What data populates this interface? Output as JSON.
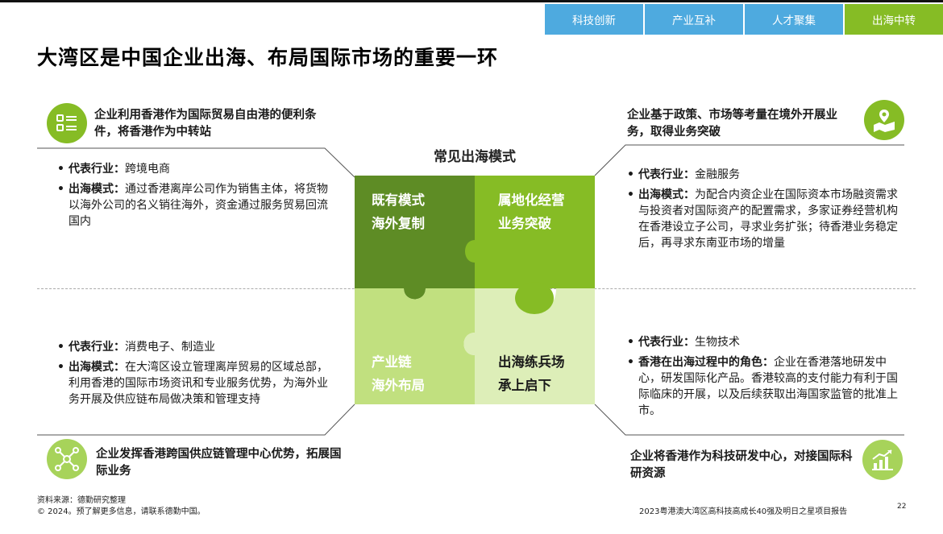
{
  "tabs": [
    {
      "label": "科技创新",
      "active": false
    },
    {
      "label": "产业互补",
      "active": false
    },
    {
      "label": "人才聚集",
      "active": false
    },
    {
      "label": "出海中转",
      "active": true
    }
  ],
  "colors": {
    "blue": "#4eaadf",
    "green": "#86bc25",
    "dark_green": "#5e8c25",
    "mid_green": "#86bc25",
    "light_green": "#c1e07f",
    "pale_green": "#ddeeb8"
  },
  "title": "大湾区是中国企业出海、布局国际市场的重要一环",
  "center_title": "常见出海模式",
  "top_left": {
    "icon": "list-icon",
    "heading": "企业利用香港作为国际贸易自由港的便利条件，将香港作为中转站",
    "industry_label": "代表行业：",
    "industry": "跨境电商",
    "mode_label": "出海模式：",
    "mode": "通过香港离岸公司作为销售主体，将货物以海外公司的名义销往海外，资金通过服务贸易回流国内"
  },
  "top_right": {
    "icon": "map-pin-icon",
    "heading": "企业基于政策、市场等考量在境外开展业务，取得业务突破",
    "industry_label": "代表行业：",
    "industry": "金融服务",
    "mode_label": "出海模式：",
    "mode": "为配合内资企业在国际资本市场融资需求与投资者对国际资产的配置需求，多家证券经营机构在香港设立子公司，寻求业务扩张；待香港业务稳定后，再寻求东南亚市场的增量"
  },
  "bottom_left": {
    "icon": "network-icon",
    "heading": "企业发挥香港跨国供应链管理中心优势，拓展国际业务",
    "industry_label": "代表行业：",
    "industry": "消费电子、制造业",
    "mode_label": "出海模式：",
    "mode": "在大湾区设立管理离岸贸易的区域总部，利用香港的国际市场资讯和专业服务优势，为海外业务开展及供应链布局做决策和管理支持"
  },
  "bottom_right": {
    "icon": "chart-growth-icon",
    "heading": "企业将香港作为科技研发中心，对接国际科研资源",
    "industry_label": "代表行业：",
    "industry": "生物技术",
    "mode_label": "香港在出海过程中的角色：",
    "mode": "企业在香港落地研发中心，研发国际化产品。香港较高的支付能力有利于国际临床的开展，以及后续获取出海国家监管的批准上市。"
  },
  "puzzle": {
    "tl": {
      "line1": "既有模式",
      "line2": "海外复制"
    },
    "tr": {
      "line1": "属地化经营",
      "line2": "业务突破"
    },
    "bl": {
      "line1": "产业链",
      "line2": "海外布局"
    },
    "br": {
      "line1": "出海练兵场",
      "line2": "承上启下"
    }
  },
  "footer": {
    "source": "资料来源：德勤研究整理",
    "copyright": "© 2024。预了解更多信息，请联系德勤中国。",
    "report": "2023粤港澳大湾区高科技高成长40强及明日之星项目报告",
    "page": "22"
  }
}
